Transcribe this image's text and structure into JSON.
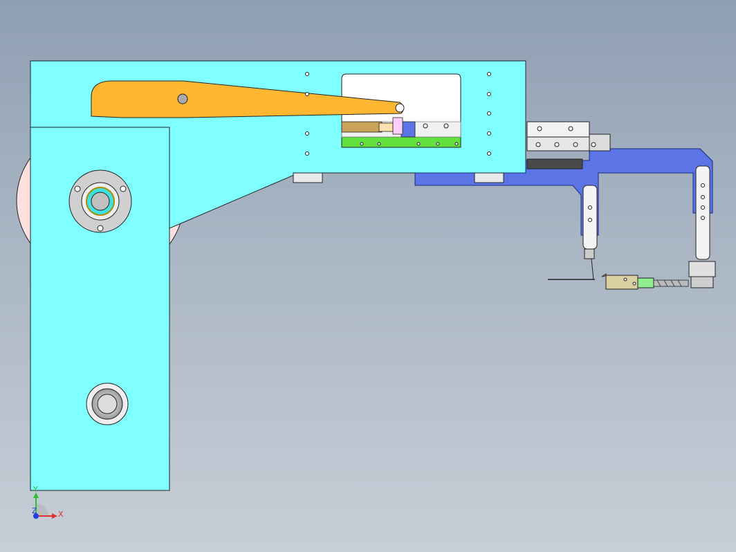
{
  "view": {
    "background_top": "#8f9fb3",
    "background_bottom": "#c7ced7"
  },
  "colors": {
    "frame": "#7fffff",
    "lever_arm": "#ffb732",
    "bracket": "#5b74e6",
    "pulley": "#ffe0e0",
    "slide_window": "#62e03c",
    "gripper_block": "#d8d0a0",
    "bearing_bore": "#40e0e0"
  },
  "triad": {
    "x_label": "X",
    "y_label": "Y",
    "z_label": "Z",
    "x_color": "#e03030",
    "y_color": "#30c030",
    "z_color": "#2040e0"
  }
}
